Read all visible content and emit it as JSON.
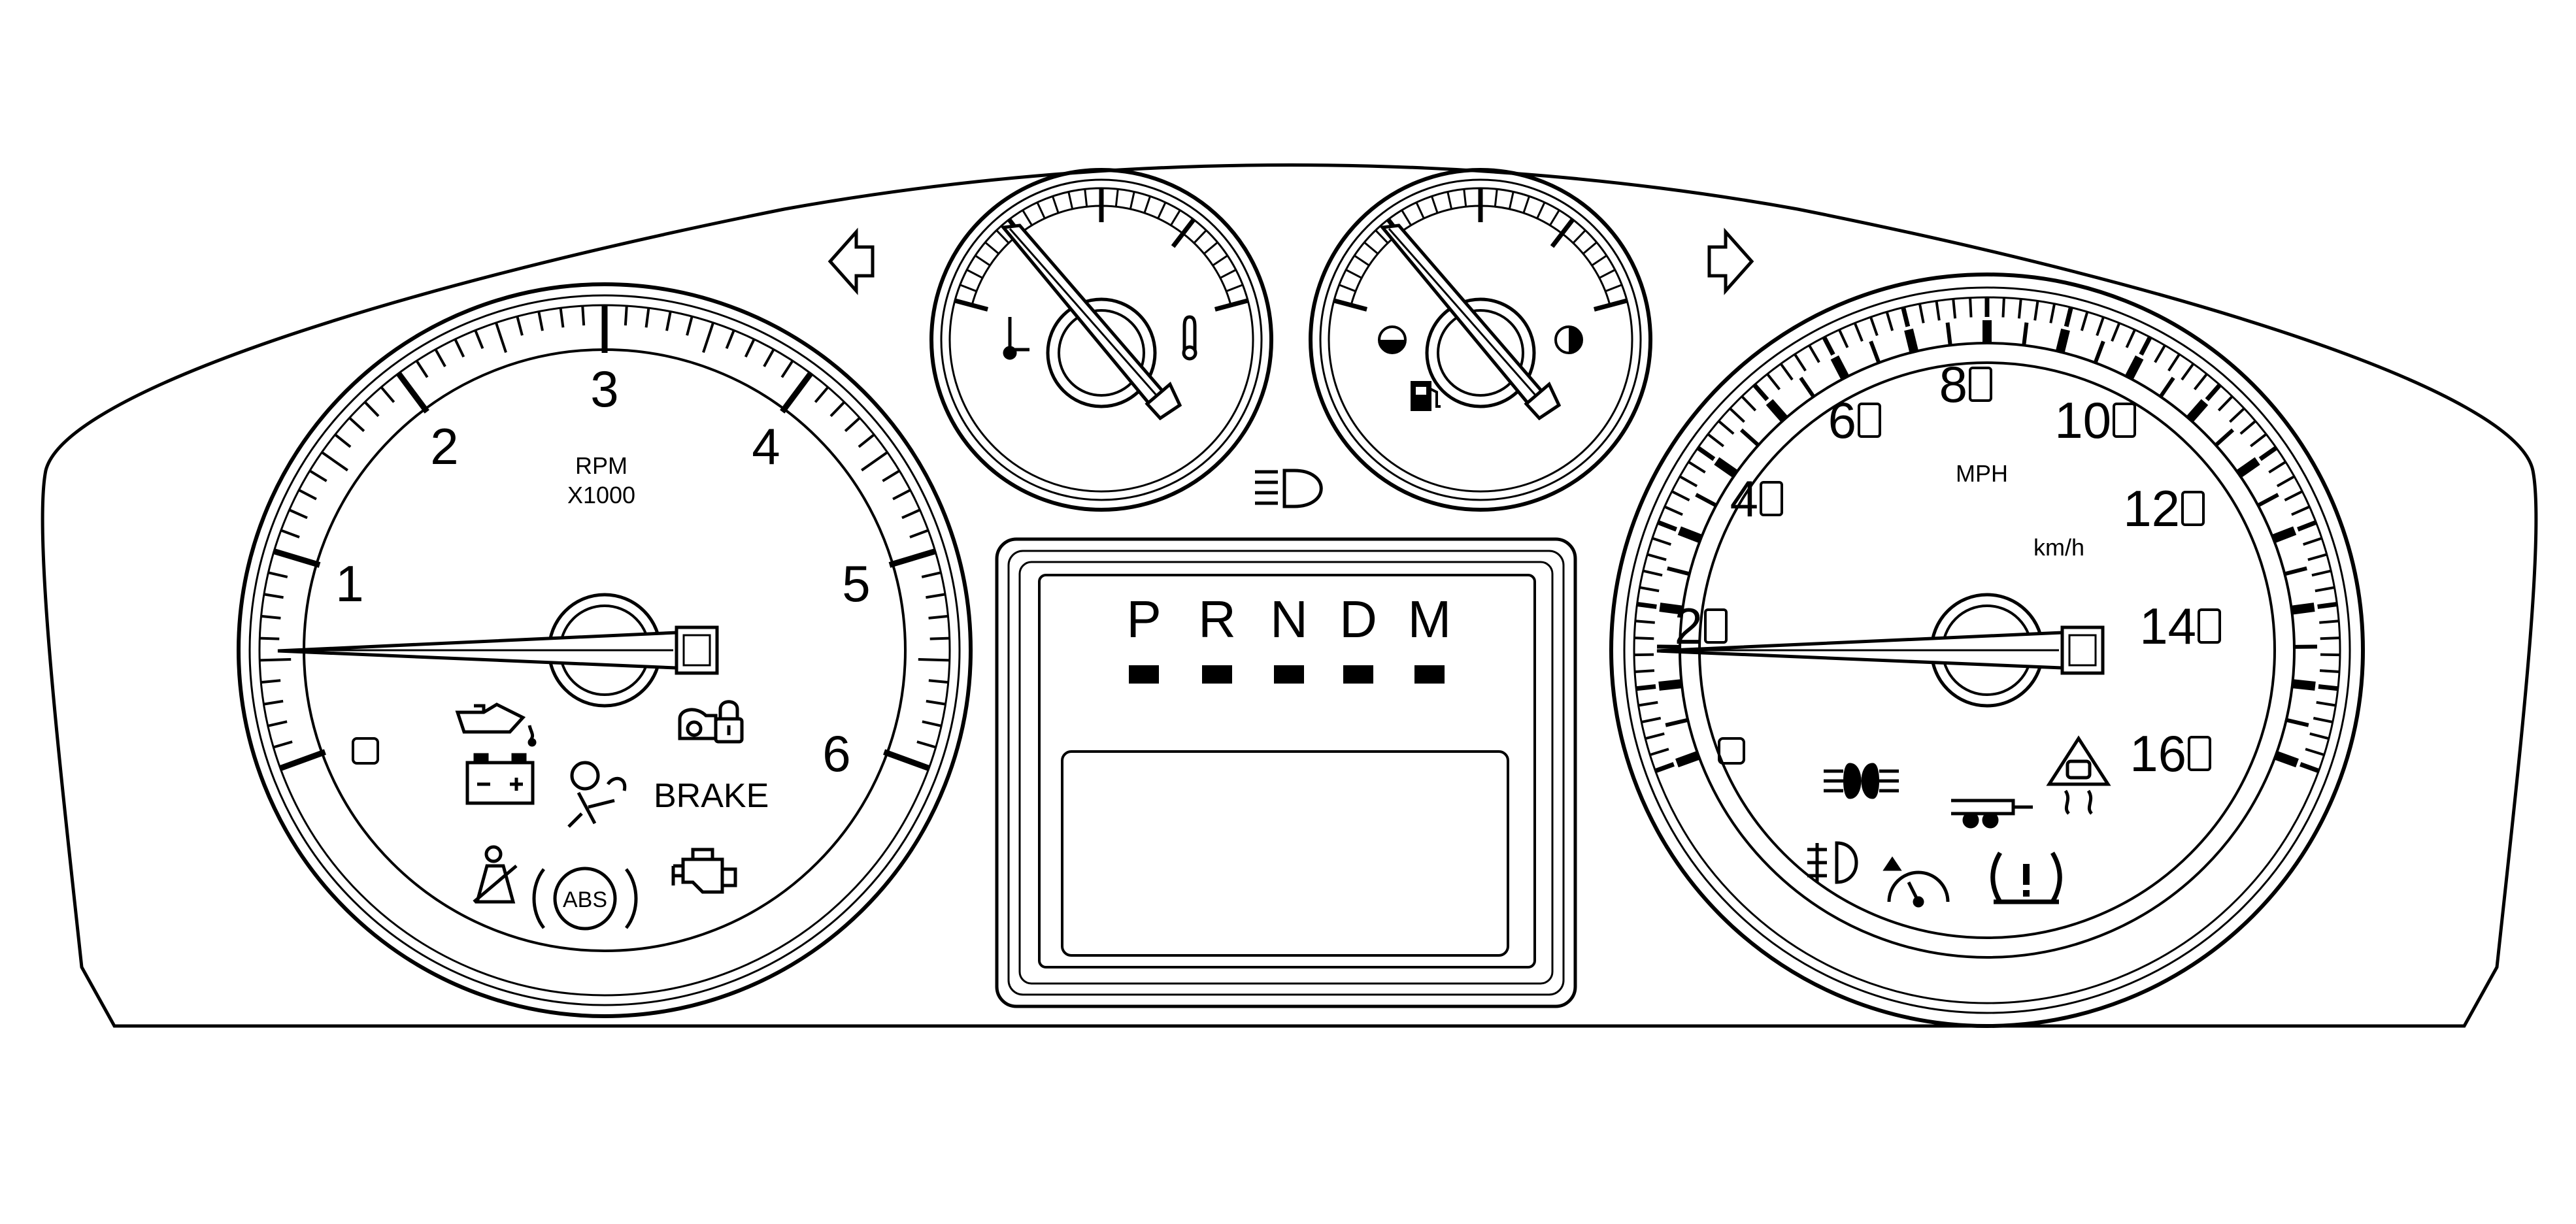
{
  "tachometer": {
    "unit_line1": "RPM",
    "unit_line2": "X1000",
    "labels": [
      "1",
      "2",
      "3",
      "4",
      "5",
      "6"
    ],
    "needle_value": 0
  },
  "speedometer": {
    "unit_mph": "MPH",
    "unit_kmh": "km/h",
    "labels": [
      "2",
      "4",
      "6",
      "8",
      "10",
      "12",
      "14",
      "16"
    ],
    "needle_value": 0
  },
  "temp_gauge": {
    "needle_fraction": 0.0
  },
  "fuel_gauge": {
    "needle_fraction": 0.0
  },
  "prndm": {
    "gears": [
      "P",
      "R",
      "N",
      "D",
      "M"
    ]
  },
  "warnings": {
    "brake_label": "BRAKE",
    "abs_label": "ABS"
  },
  "icons": [
    "turn-left-arrow-icon",
    "turn-right-arrow-icon",
    "headlamp-icon",
    "oil-pressure-icon",
    "security-icon",
    "battery-icon",
    "airbag-icon",
    "seatbelt-icon",
    "abs-icon",
    "check-engine-icon",
    "coolant-temp-cold-icon",
    "coolant-temp-hot-icon",
    "fuel-pump-icon",
    "fuel-empty-icon",
    "fuel-full-icon",
    "fog-lamp-icon",
    "trailer-icon",
    "stability-control-icon",
    "front-fog-lamp-icon",
    "cruise-control-icon",
    "tire-pressure-icon"
  ]
}
